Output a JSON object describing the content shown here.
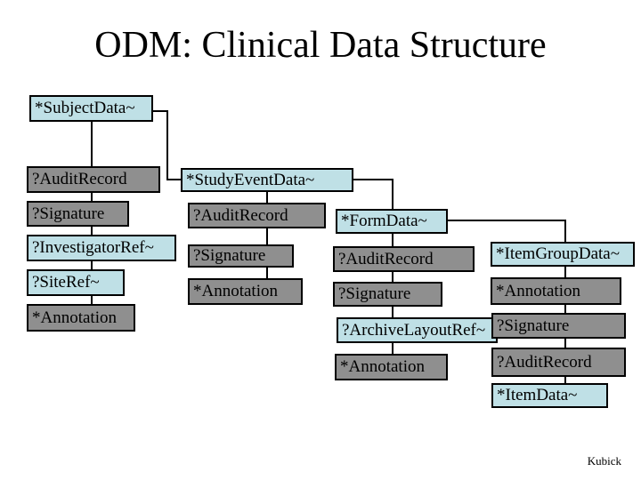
{
  "slide": {
    "title": "ODM: Clinical Data Structure",
    "credit": "Kubick"
  },
  "colors": {
    "node_blue": "#bfe0e6",
    "node_gray": "#8f8f8f",
    "border": "#000000",
    "connector": "#000000",
    "background": "#ffffff",
    "text": "#000000"
  },
  "diagram": {
    "levels": [
      {
        "name": "subject-data",
        "nodes": [
          {
            "label": "*SubjectData~",
            "style": "blue"
          },
          {
            "label": "?AuditRecord",
            "style": "gray"
          },
          {
            "label": "?Signature",
            "style": "gray"
          },
          {
            "label": "?InvestigatorRef~",
            "style": "blue"
          },
          {
            "label": "?SiteRef~",
            "style": "blue"
          },
          {
            "label": "*Annotation",
            "style": "gray"
          }
        ]
      },
      {
        "name": "study-event-data",
        "nodes": [
          {
            "label": "*StudyEventData~",
            "style": "blue"
          },
          {
            "label": "?AuditRecord",
            "style": "gray"
          },
          {
            "label": "?Signature",
            "style": "gray"
          },
          {
            "label": "*Annotation",
            "style": "gray"
          }
        ]
      },
      {
        "name": "form-data",
        "nodes": [
          {
            "label": "*FormData~",
            "style": "blue"
          },
          {
            "label": "?AuditRecord",
            "style": "gray"
          },
          {
            "label": "?Signature",
            "style": "gray"
          },
          {
            "label": "?ArchiveLayoutRef~",
            "style": "blue"
          },
          {
            "label": "*Annotation",
            "style": "gray"
          }
        ]
      },
      {
        "name": "item-group-data",
        "nodes": [
          {
            "label": "*ItemGroupData~",
            "style": "blue"
          },
          {
            "label": "*Annotation",
            "style": "gray"
          },
          {
            "label": "?Signature",
            "style": "gray"
          },
          {
            "label": "?AuditRecord",
            "style": "gray"
          },
          {
            "label": "*ItemData~",
            "style": "blue"
          }
        ]
      }
    ]
  }
}
